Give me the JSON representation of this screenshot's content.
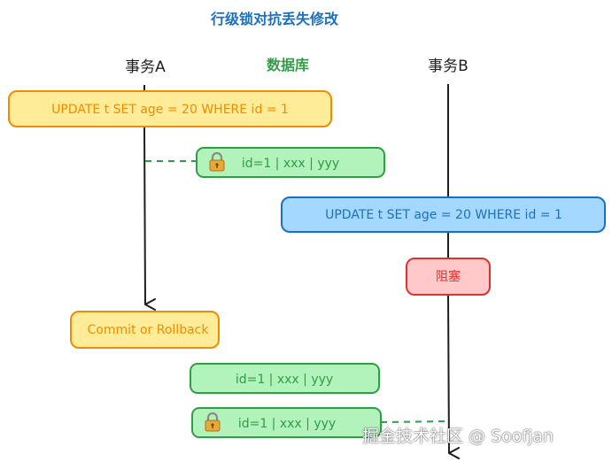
{
  "title": "行级锁对抗丢失修改",
  "lanes": {
    "txn_a": "事务A",
    "database": "数据库",
    "txn_b": "事务B"
  },
  "boxes": {
    "a_update": "UPDATE t SET age = 20 WHERE id = 1",
    "row_locked_1": "id=1 | xxx | yyy",
    "b_update": "UPDATE t SET age = 20 WHERE id = 1",
    "blocked": "阻塞",
    "commit_rollback": "Commit or Rollback",
    "row_released": "id=1 | xxx | yyy",
    "row_locked_2": "id=1 | xxx | yyy"
  },
  "icons": {
    "lock": "lock-icon"
  },
  "watermark": "掘金技术社区 @ Soofjan",
  "colors": {
    "title": "#1971c2",
    "database": "#2f9e44",
    "yellow_fill": "#ffec99",
    "yellow_stroke": "#f08c00",
    "green_fill": "#b2f2bb",
    "green_stroke": "#2f9e44",
    "blue_fill": "#a5d8ff",
    "blue_stroke": "#1971c2",
    "red_fill": "#ffc9c9",
    "red_stroke": "#e03131"
  }
}
